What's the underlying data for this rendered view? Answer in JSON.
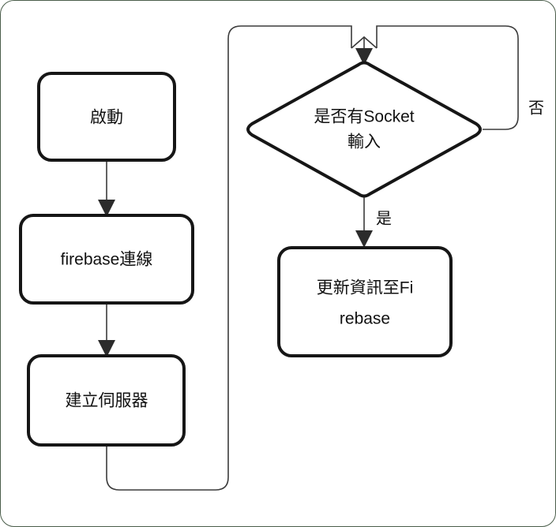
{
  "diagram": {
    "type": "flowchart",
    "title": "",
    "background_color": "#ffffff",
    "frame_border_color": "#4a5d4a",
    "node_stroke_color": "#161616",
    "connector_color": "#1c1c1c",
    "nodes": [
      {
        "id": "start",
        "shape": "rounded-rectangle",
        "label": "啟動",
        "lines": [
          "啟動"
        ]
      },
      {
        "id": "firebase-connect",
        "shape": "rounded-rectangle",
        "label": "firebase連線",
        "lines": [
          "firebase連線"
        ]
      },
      {
        "id": "create-server",
        "shape": "rounded-rectangle",
        "label": "建立伺服器",
        "lines": [
          "建立伺服器"
        ]
      },
      {
        "id": "socket-decision",
        "shape": "diamond",
        "label": "是否有Socket輸入",
        "lines": [
          "是否有Socket",
          "輸入"
        ]
      },
      {
        "id": "update-firebase",
        "shape": "rounded-rectangle",
        "label": "更新資訊至Firebase",
        "lines": [
          "更新資訊至Fi",
          "rebase"
        ]
      }
    ],
    "edges": [
      {
        "id": "edge-start-firebase",
        "from": "start",
        "to": "firebase-connect",
        "label": ""
      },
      {
        "id": "edge-firebase-server",
        "from": "firebase-connect",
        "to": "create-server",
        "label": ""
      },
      {
        "id": "edge-server-decision",
        "from": "create-server",
        "to": "socket-decision",
        "label": ""
      },
      {
        "id": "edge-decision-yes",
        "from": "socket-decision",
        "to": "update-firebase",
        "label": "是"
      },
      {
        "id": "edge-decision-no",
        "from": "socket-decision",
        "to": "socket-decision",
        "label": "否"
      }
    ]
  }
}
